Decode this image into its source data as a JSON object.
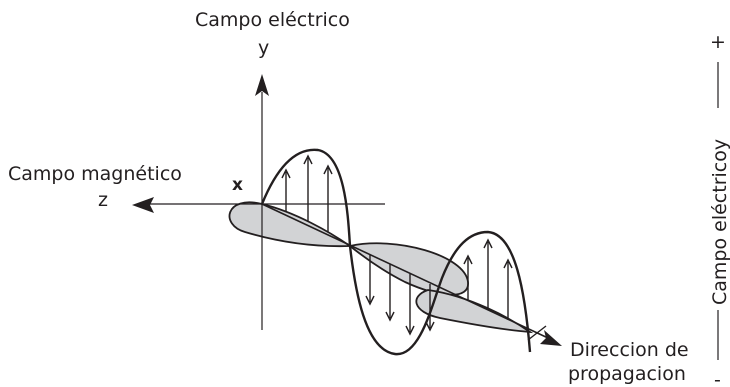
{
  "labels": {
    "electric_field_title": "Campo eléctrico",
    "y_axis": "y",
    "magnetic_field": "Campo magnético",
    "z_axis": "z",
    "x_axis": "x",
    "direction_line1": "Direccion de",
    "direction_line2": "propagacion",
    "side_label": "Campo eléctricoy",
    "side_plus": "+",
    "side_minus": "-"
  },
  "colors": {
    "stroke": "#231f20",
    "magnetic_fill": "#d2d3d5"
  }
}
